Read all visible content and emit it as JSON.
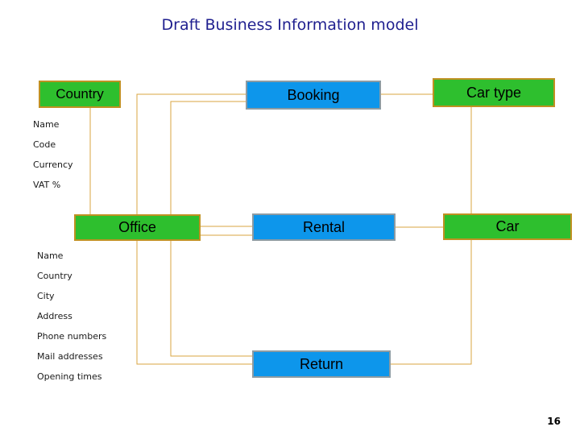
{
  "slide": {
    "title": "Draft Business Information model",
    "page_number": "16",
    "title_color": "#1F1F8F",
    "line_color": "#D9A441",
    "green_fill": "#2EBF2E",
    "green_border": "#BF9122",
    "blue_fill": "#0D96EB",
    "blue_border": "#8C9BA3"
  },
  "entities": {
    "country": {
      "label": "Country",
      "color": "green",
      "attributes": [
        "Name",
        "Code",
        "Currency",
        "VAT %"
      ]
    },
    "booking": {
      "label": "Booking",
      "color": "blue",
      "attributes": []
    },
    "car_type": {
      "label": "Car type",
      "color": "green",
      "attributes": []
    },
    "office": {
      "label": "Office",
      "color": "green",
      "attributes": [
        "Name",
        "Country",
        "City",
        "Address",
        "Phone numbers",
        "Mail addresses",
        "Opening times"
      ]
    },
    "rental": {
      "label": "Rental",
      "color": "blue",
      "attributes": []
    },
    "car": {
      "label": "Car",
      "color": "green",
      "attributes": []
    },
    "return": {
      "label": "Return",
      "color": "blue",
      "attributes": []
    }
  },
  "relationships": [
    {
      "from": "country",
      "to": "office"
    },
    {
      "from": "office",
      "to": "booking"
    },
    {
      "from": "office",
      "to": "booking"
    },
    {
      "from": "booking",
      "to": "car_type"
    },
    {
      "from": "car_type",
      "to": "car"
    },
    {
      "from": "office",
      "to": "rental"
    },
    {
      "from": "office",
      "to": "rental"
    },
    {
      "from": "rental",
      "to": "car"
    },
    {
      "from": "office",
      "to": "return"
    },
    {
      "from": "office",
      "to": "return"
    },
    {
      "from": "car",
      "to": "return"
    }
  ]
}
